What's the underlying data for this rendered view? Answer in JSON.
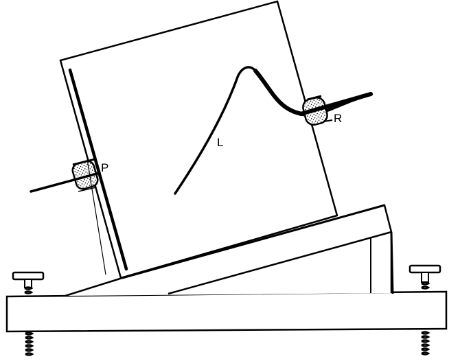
{
  "diagram": {
    "type": "apparatus line drawing",
    "labels": {
      "p": "P",
      "r": "R",
      "l": "L"
    },
    "components": [
      "tilted-board",
      "straight-wire-edge",
      "curved-wire-L",
      "clamp-P",
      "clamp-R",
      "inclined-wedge-support",
      "base-plank",
      "leveling-screw-left",
      "leveling-screw-right"
    ],
    "colors": {
      "stroke": "#000000",
      "background": "#ffffff",
      "stipple": "#000000"
    }
  }
}
